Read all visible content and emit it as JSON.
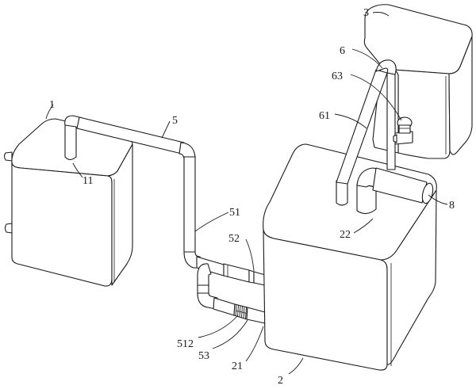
{
  "labels": {
    "l1": "1",
    "l11": "11",
    "l5": "5",
    "l51": "51",
    "l52": "52",
    "l512": "512",
    "l53": "53",
    "l21": "21",
    "l2": "2",
    "l22": "22",
    "l8": "8",
    "l3": "3",
    "l6": "6",
    "l63": "63",
    "l61": "61"
  }
}
